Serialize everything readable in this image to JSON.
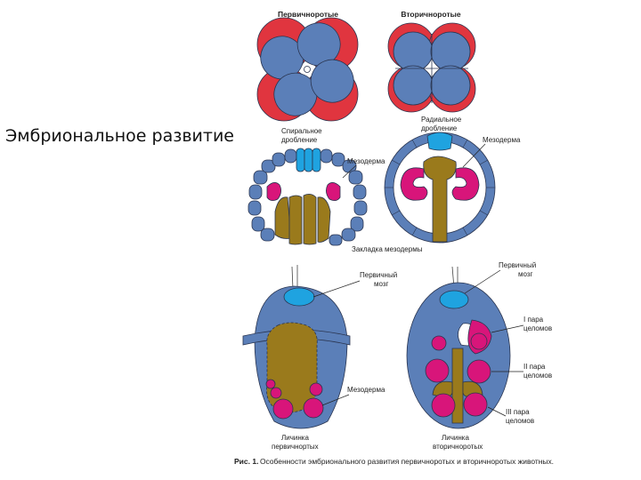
{
  "slide": {
    "title": "Эмбриональное развитие"
  },
  "figure": {
    "header_left": "Первичноротые",
    "header_right": "Вторичноротые",
    "spiral_label_1": "Спиральное",
    "spiral_label_2": "дробление",
    "radial_label_1": "Радиальное",
    "radial_label_2": "дробление",
    "mesoderm_left": "Мезодерма",
    "mesoderm_right": "Мезодерма",
    "mesoderm_formation": "Закладка мезодермы",
    "brain_left_1": "Первичный",
    "brain_left_2": "мозг",
    "brain_right_1": "Первичный",
    "brain_right_2": "мозг",
    "mesoderm_larva": "Мезодерма",
    "coelom_1a": "I пара",
    "coelom_1b": "целомов",
    "coelom_2a": "II пара",
    "coelom_2b": "целомов",
    "coelom_3a": "III пара",
    "coelom_3b": "целомов",
    "larva_left_1": "Личинка",
    "larva_left_2": "первичнортых",
    "larva_right_1": "Личинка",
    "larva_right_2": "вторичноротых",
    "caption_bold": "Рис. 1.",
    "caption_text": "Особенности эмбрионального развития первичноротых и вторичноротых животных."
  },
  "colors": {
    "cell_blue": "#5b7fb8",
    "cell_red": "#e0353f",
    "brain_cyan": "#1fa3e0",
    "mesoderm_magenta": "#d8157a",
    "endoderm_olive": "#9a7a1c",
    "outline": "#2a3550"
  }
}
